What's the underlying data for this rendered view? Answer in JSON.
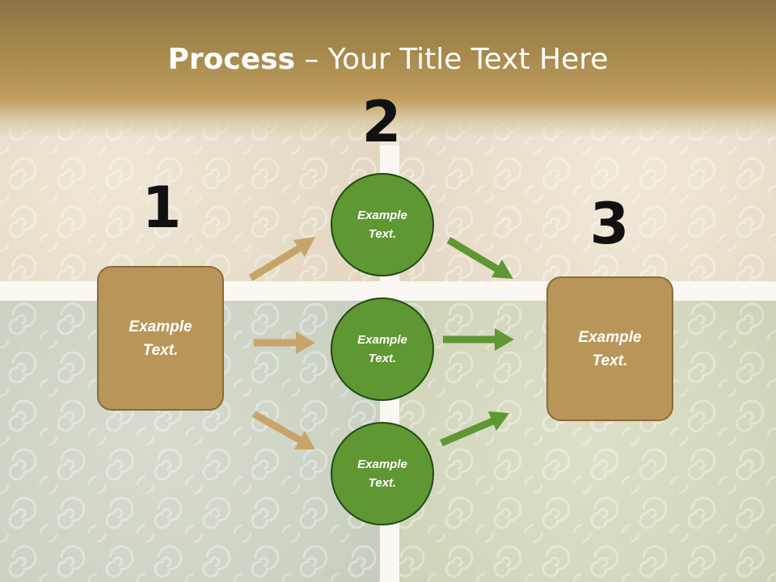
{
  "title": {
    "bold": "Process",
    "rest": " – Your Title Text Here"
  },
  "steps": {
    "one": "1",
    "two": "2",
    "three": "3"
  },
  "left_box": "Example\nText.",
  "right_box": "Example\nText.",
  "circles": [
    "Example\nText.",
    "Example\nText.",
    "Example\nText."
  ],
  "colors": {
    "title_band": "#a88a4e",
    "box_fill": "#b8965a",
    "box_border": "#8a6b3a",
    "circle_fill": "#5f9733",
    "circle_border": "#1f4a12",
    "arrow_tan": "#c7a56a",
    "arrow_green": "#5f9733"
  }
}
